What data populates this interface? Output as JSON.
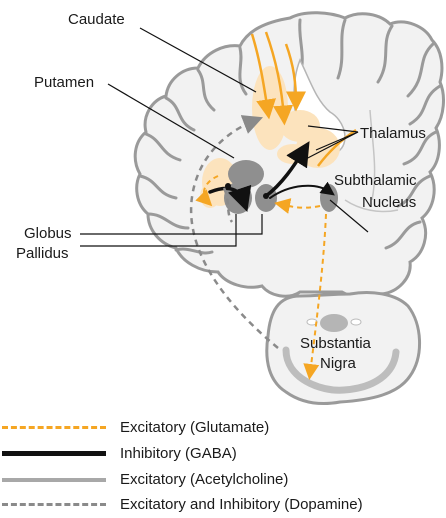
{
  "labels": {
    "caudate": "Caudate",
    "putamen": "Putamen",
    "thalamus": "Thalamus",
    "subthalamic_line1": "Subthalamic",
    "subthalamic_line2": "Nucleus",
    "globus_line1": "Globus",
    "globus_line2": "Pallidus",
    "substantia_line1": "Substantia",
    "substantia_line2": "Nigra"
  },
  "legend": [
    {
      "label": "Excitatory (Glutamate)",
      "style": "dashed",
      "color": "#f5a623"
    },
    {
      "label": "Inhibitory (GABA)",
      "style": "solid-thick",
      "color": "#111111"
    },
    {
      "label": "Excitatory (Acetylcholine)",
      "style": "solid",
      "color": "#a8a8a8"
    },
    {
      "label": "Excitatory and Inhibitory (Dopamine)",
      "style": "dashed",
      "color": "#8a8a8a"
    }
  ],
  "colors": {
    "orange": "#f5a623",
    "light_orange": "#fce3bd",
    "gray_nucleus": "#8f8f8f",
    "brain_fill": "#f2f2f2",
    "brain_outline": "#9a9a9a",
    "dopamine": "#8a8a8a",
    "inhibitory": "#111111"
  }
}
